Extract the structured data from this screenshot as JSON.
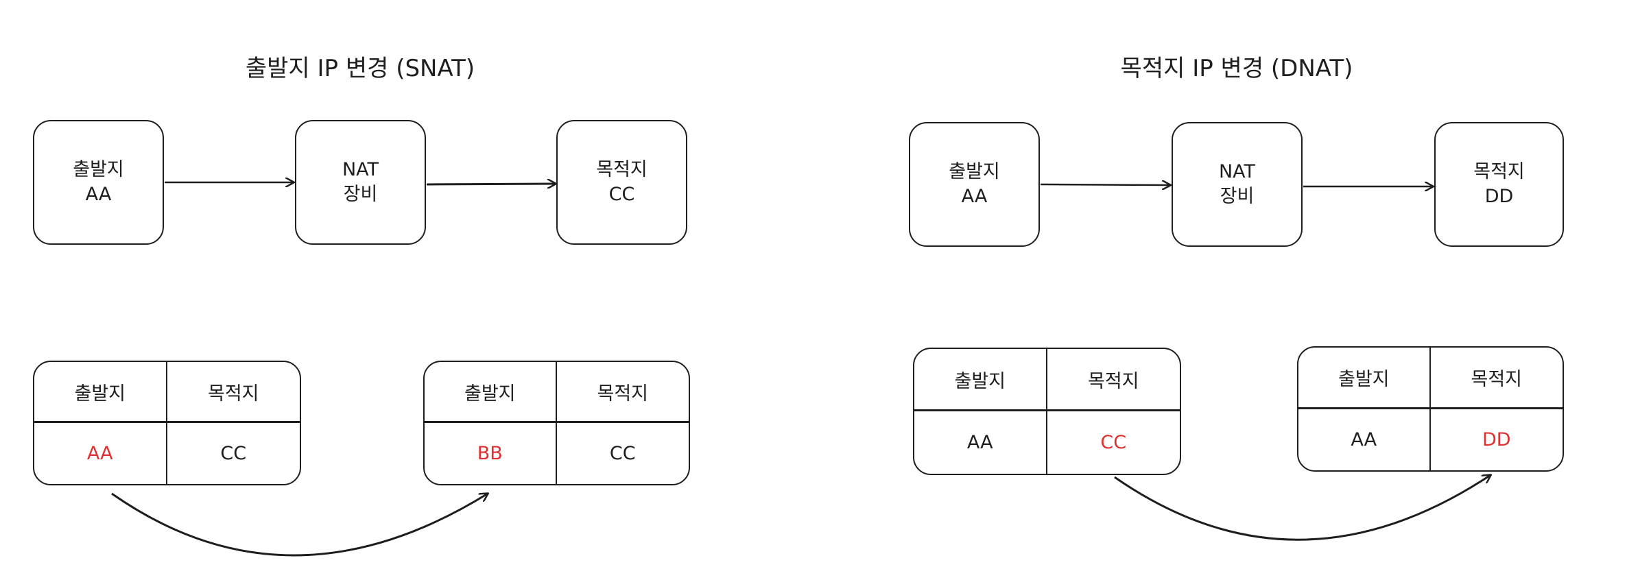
{
  "snat": {
    "title": "출발지 IP 변경 (SNAT)",
    "boxes": [
      {
        "line1": "출발지",
        "line2": "AA"
      },
      {
        "line1": "NAT",
        "line2": "장비"
      },
      {
        "line1": "목적지",
        "line2": "CC"
      }
    ],
    "tables": [
      {
        "headers": [
          "출발지",
          "목적지"
        ],
        "values": [
          "AA",
          "CC"
        ],
        "changed_column": 0
      },
      {
        "headers": [
          "출발지",
          "목적지"
        ],
        "values": [
          "BB",
          "CC"
        ],
        "changed_column": 0
      }
    ]
  },
  "dnat": {
    "title": "목적지 IP 변경 (DNAT)",
    "boxes": [
      {
        "line1": "출발지",
        "line2": "AA"
      },
      {
        "line1": "NAT",
        "line2": "장비"
      },
      {
        "line1": "목적지",
        "line2": "DD"
      }
    ],
    "tables": [
      {
        "headers": [
          "출발지",
          "목적지"
        ],
        "values": [
          "AA",
          "CC"
        ],
        "changed_column": 1
      },
      {
        "headers": [
          "출발지",
          "목적지"
        ],
        "values": [
          "AA",
          "DD"
        ],
        "changed_column": 1
      }
    ]
  },
  "colors": {
    "stroke": "#1e1e1e",
    "highlight": "#e03131"
  }
}
